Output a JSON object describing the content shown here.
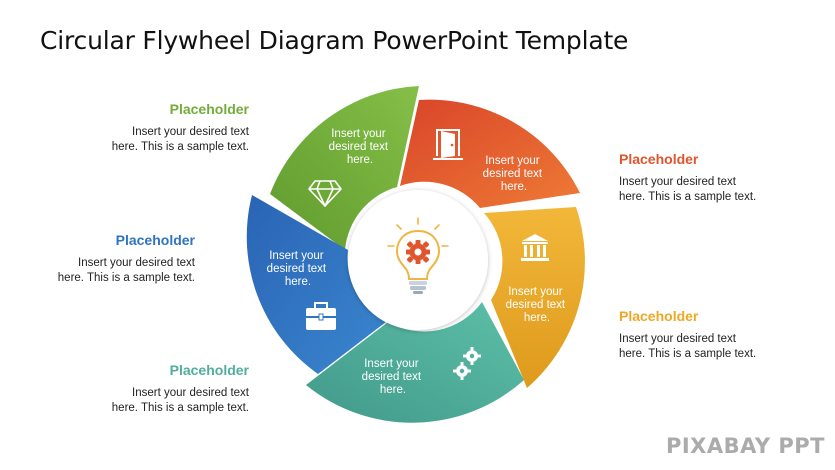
{
  "title": "Circular Flywheel Diagram PowerPoint Template",
  "callouts": [
    {
      "label": "Placeholder",
      "line1": "Insert your desired text",
      "line2": "here. This is a sample text.",
      "color": "#72ad3a"
    },
    {
      "label": "Placeholder",
      "line1": "Insert your desired text",
      "line2": "here. This is a sample text.",
      "color": "#e0552b"
    },
    {
      "label": "Placeholder",
      "line1": "Insert your desired text",
      "line2": "here. This is a sample text.",
      "color": "#2f74c0"
    },
    {
      "label": "Placeholder",
      "line1": "Insert your desired text",
      "line2": "here. This is a sample text.",
      "color": "#eea825"
    },
    {
      "label": "Placeholder",
      "line1": "Insert your desired text",
      "line2": "here. This is a sample text.",
      "color": "#4fae9c"
    }
  ],
  "segments": [
    {
      "name": "green",
      "color": "#72ad3a",
      "icon": "diamond-icon",
      "lines": [
        "Insert your",
        "desired text",
        "here."
      ]
    },
    {
      "name": "orange",
      "color": "#e0552b",
      "icon": "door-icon",
      "lines": [
        "Insert your",
        "desired text",
        "here."
      ]
    },
    {
      "name": "yellow",
      "color": "#eea825",
      "icon": "bank-icon",
      "lines": [
        "Insert your",
        "desired text",
        "here."
      ]
    },
    {
      "name": "teal",
      "color": "#4fae9c",
      "icon": "gears-icon",
      "lines": [
        "Insert your",
        "desired text",
        "here."
      ]
    },
    {
      "name": "blue",
      "color": "#2f74c0",
      "icon": "briefcase-icon",
      "lines": [
        "Insert your",
        "desired text",
        "here."
      ]
    }
  ],
  "center_icon": "lightbulb-gear-icon",
  "watermark": "PIXABAY PPT"
}
